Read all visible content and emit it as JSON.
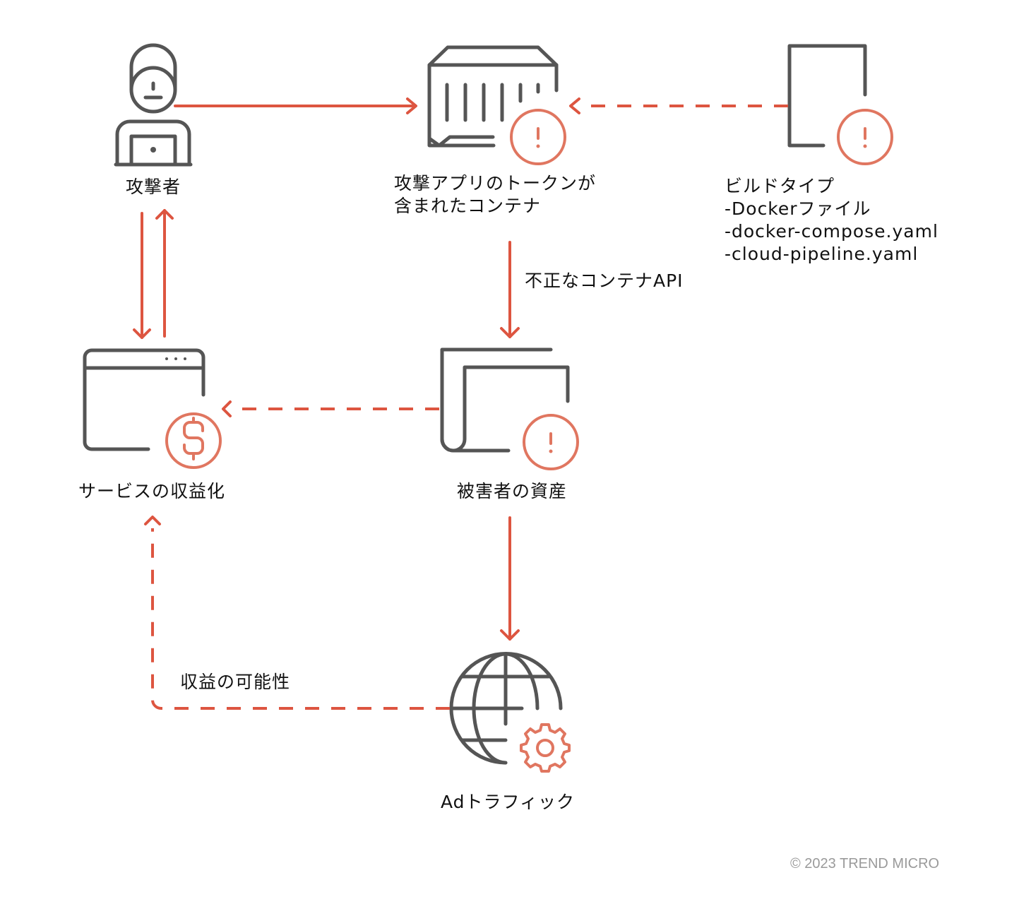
{
  "nodes": {
    "attacker": {
      "label": "攻撃者",
      "icon": "attacker-laptop-icon"
    },
    "container": {
      "label_line1": "攻撃アプリのトークンが",
      "label_line2": "含まれたコンテナ",
      "icon": "container-warning-icon"
    },
    "build_type": {
      "label_title": "ビルドタイプ",
      "items": [
        "-Dockerファイル",
        "-docker-compose.yaml",
        "-cloud-pipeline.yaml"
      ],
      "icon": "document-warning-icon"
    },
    "monetization": {
      "label": "サービスの収益化",
      "icon": "browser-dollar-icon"
    },
    "victim_assets": {
      "label": "被害者の資産",
      "icon": "scroll-warning-icon"
    },
    "ad_traffic": {
      "label": "Adトラフィック",
      "icon": "globe-gear-icon"
    }
  },
  "edges": {
    "malicious_api": "不正なコンテナAPI",
    "revenue_potential": "収益の可能性"
  },
  "footer": {
    "copyright": "© 2023 TREND MICRO"
  },
  "colors": {
    "accent": "#dd5540",
    "icon_gray": "#555555",
    "warning": "#e07660"
  }
}
